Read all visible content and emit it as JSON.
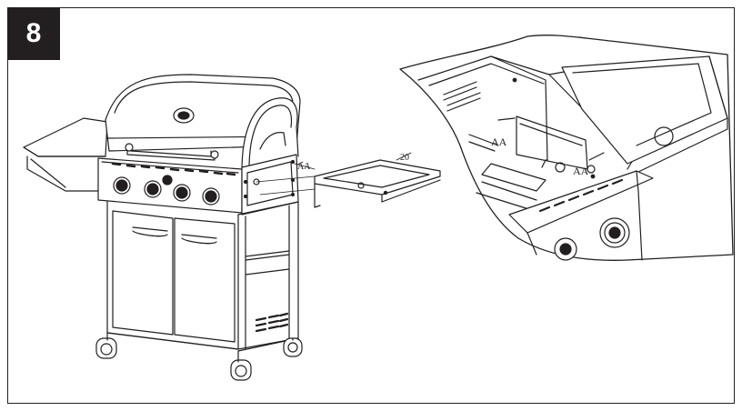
{
  "step": {
    "number": "8"
  },
  "labels": {
    "part_number": "20",
    "fastener_main": "AA",
    "fastener_detail_1": "AA",
    "fastener_detail_2": "AA"
  }
}
